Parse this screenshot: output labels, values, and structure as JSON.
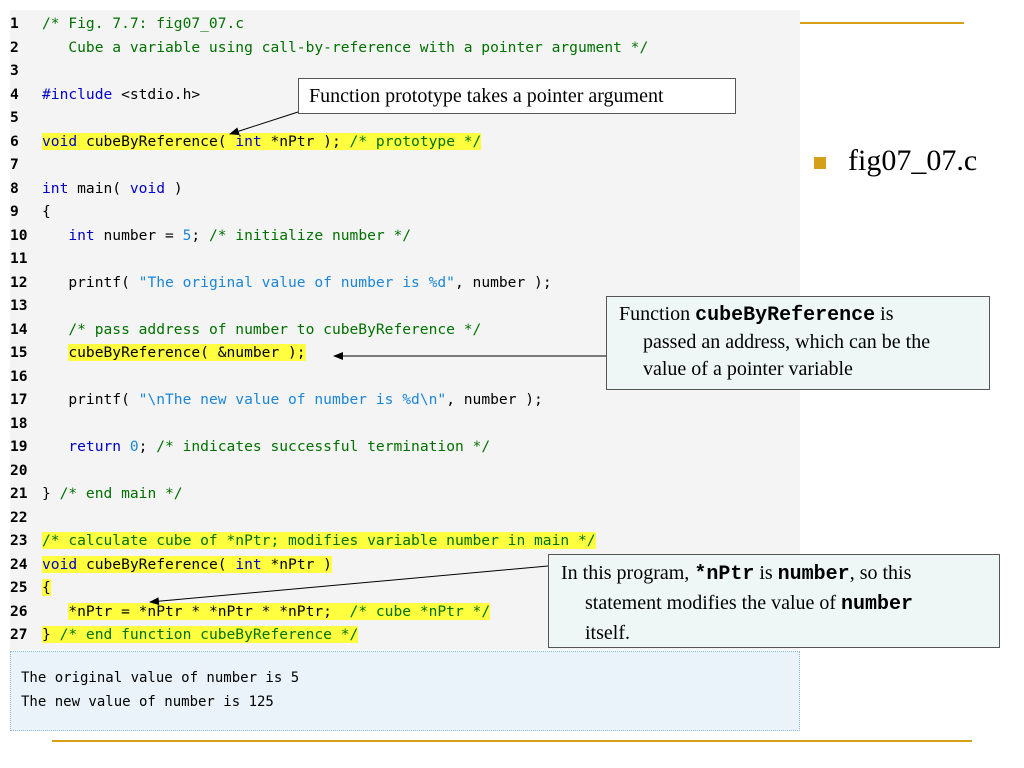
{
  "code_lines": [
    {
      "n": "1",
      "segs": [
        [
          "cm",
          "/* Fig. 7.7: fig07_07.c"
        ]
      ],
      "hl": false
    },
    {
      "n": "2",
      "segs": [
        [
          "cm",
          "   Cube a variable using call-by-reference with a pointer argument */"
        ]
      ],
      "hl": false
    },
    {
      "n": "3",
      "segs": [],
      "hl": false
    },
    {
      "n": "4",
      "segs": [
        [
          "pp",
          "#include "
        ],
        [
          "",
          "<stdio.h>"
        ]
      ],
      "hl": false
    },
    {
      "n": "5",
      "segs": [],
      "hl": false
    },
    {
      "n": "6",
      "segs": [
        [
          "kw",
          "void"
        ],
        [
          "",
          " cubeByReference( "
        ],
        [
          "kw",
          "int"
        ],
        [
          "",
          " *nPtr ); "
        ],
        [
          "cm",
          "/* prototype */"
        ]
      ],
      "hl": true
    },
    {
      "n": "7",
      "segs": [],
      "hl": false
    },
    {
      "n": "8",
      "segs": [
        [
          "kw",
          "int"
        ],
        [
          "",
          " main( "
        ],
        [
          "kw",
          "void"
        ],
        [
          "",
          " )"
        ]
      ],
      "hl": false
    },
    {
      "n": "9",
      "segs": [
        [
          "",
          "{"
        ]
      ],
      "hl": false
    },
    {
      "n": "10",
      "segs": [
        [
          "",
          "   "
        ],
        [
          "kw",
          "int"
        ],
        [
          "",
          " number = "
        ],
        [
          "num",
          "5"
        ],
        [
          "",
          "; "
        ],
        [
          "cm",
          "/* initialize number */"
        ]
      ],
      "hl": false
    },
    {
      "n": "11",
      "segs": [],
      "hl": false
    },
    {
      "n": "12",
      "segs": [
        [
          "",
          "   printf( "
        ],
        [
          "str",
          "\"The original value of number is %d\""
        ],
        [
          "",
          ", number );"
        ]
      ],
      "hl": false
    },
    {
      "n": "13",
      "segs": [],
      "hl": false
    },
    {
      "n": "14",
      "segs": [
        [
          "",
          "   "
        ],
        [
          "cm",
          "/* pass address of number to cubeByReference */"
        ]
      ],
      "hl": false
    },
    {
      "n": "15",
      "segs": [
        [
          "",
          "   cubeByReference( &number );"
        ]
      ],
      "hl": true,
      "hl_from": 3
    },
    {
      "n": "16",
      "segs": [],
      "hl": false
    },
    {
      "n": "17",
      "segs": [
        [
          "",
          "   printf( "
        ],
        [
          "str",
          "\"\\nThe new value of number is %d\\n\""
        ],
        [
          "",
          ", number );"
        ]
      ],
      "hl": false
    },
    {
      "n": "18",
      "segs": [],
      "hl": false
    },
    {
      "n": "19",
      "segs": [
        [
          "",
          "   "
        ],
        [
          "kw",
          "return"
        ],
        [
          "",
          " "
        ],
        [
          "num",
          "0"
        ],
        [
          "",
          "; "
        ],
        [
          "cm",
          "/* indicates successful termination */"
        ]
      ],
      "hl": false
    },
    {
      "n": "20",
      "segs": [],
      "hl": false
    },
    {
      "n": "21",
      "segs": [
        [
          "",
          "} "
        ],
        [
          "cm",
          "/* end main */"
        ]
      ],
      "hl": false
    },
    {
      "n": "22",
      "segs": [],
      "hl": false
    },
    {
      "n": "23",
      "segs": [
        [
          "cm",
          "/* calculate cube of *nPtr; modifies variable number in main */"
        ]
      ],
      "hl": true
    },
    {
      "n": "24",
      "segs": [
        [
          "kw",
          "void"
        ],
        [
          "",
          " cubeByReference( "
        ],
        [
          "kw",
          "int"
        ],
        [
          "",
          " *nPtr )"
        ]
      ],
      "hl": true
    },
    {
      "n": "25",
      "segs": [
        [
          "",
          "{"
        ]
      ],
      "hl": true
    },
    {
      "n": "26",
      "segs": [
        [
          "",
          "   *nPtr = *nPtr * *nPtr * *nPtr;  "
        ],
        [
          "cm",
          "/* cube *nPtr */"
        ]
      ],
      "hl": true,
      "hl_from": 3
    },
    {
      "n": "27",
      "segs": [
        [
          "",
          "} "
        ],
        [
          "cm",
          "/* end function cubeByReference */"
        ]
      ],
      "hl": true
    }
  ],
  "output": {
    "line1": "The original value of number is 5",
    "line2": "The new value of number is 125"
  },
  "callouts": {
    "prototype": "Function prototype takes a pointer argument",
    "address_pre": "Function ",
    "address_code": "cubeByReference",
    "address_post": " is",
    "address_line2": "passed an address, which can be the",
    "address_line3": "value of a pointer variable",
    "program_pre": "In this program, ",
    "program_code1": "*nPtr",
    "program_mid": " is ",
    "program_code2": "number",
    "program_post": ", so this",
    "program_line2_pre": "statement modifies the value of ",
    "program_line2_code": "number",
    "program_line3": "itself."
  },
  "bullet": {
    "label": "fig07_07.c"
  },
  "colors": {
    "accent": "#d4a017",
    "highlight": "#ffff3f",
    "keyword": "#0000cc",
    "comment": "#007000",
    "string": "#1b86d6"
  }
}
